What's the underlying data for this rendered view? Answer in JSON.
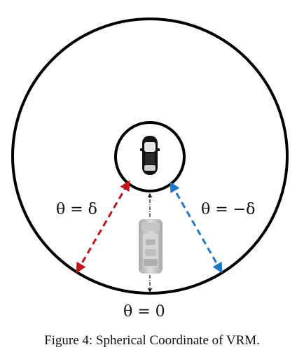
{
  "labels": {
    "theta_positive": "θ = δ",
    "theta_negative": "θ = −δ",
    "theta_zero": "θ = 0"
  },
  "caption": "Figure 4: Spherical Coordinate of VRM.",
  "colors": {
    "positive_arrow": "#c0161c",
    "negative_arrow": "#1f78c8",
    "center_arrow": "#222222",
    "circles": "#000000"
  },
  "icons": {
    "ego_vehicle": "black-car-top-view-icon",
    "other_vehicle": "grey-van-top-view-icon"
  }
}
